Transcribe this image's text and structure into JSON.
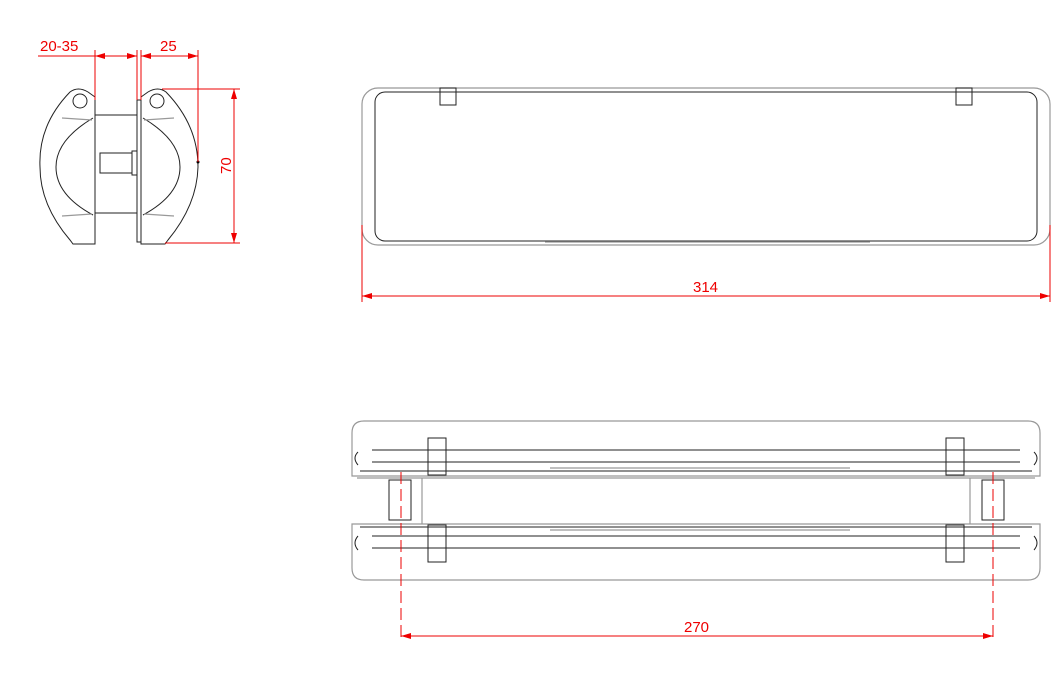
{
  "drawing": {
    "side_view": {
      "dim_glass_thickness": "20-35",
      "dim_handle_depth": "25",
      "dim_height": "70"
    },
    "top_view": {
      "dim_length": "314"
    },
    "front_view": {
      "dim_hole_spacing": "270"
    },
    "colors": {
      "dimension": "#e00000",
      "outline": "#222222",
      "hidden_edge": "#999999"
    }
  }
}
